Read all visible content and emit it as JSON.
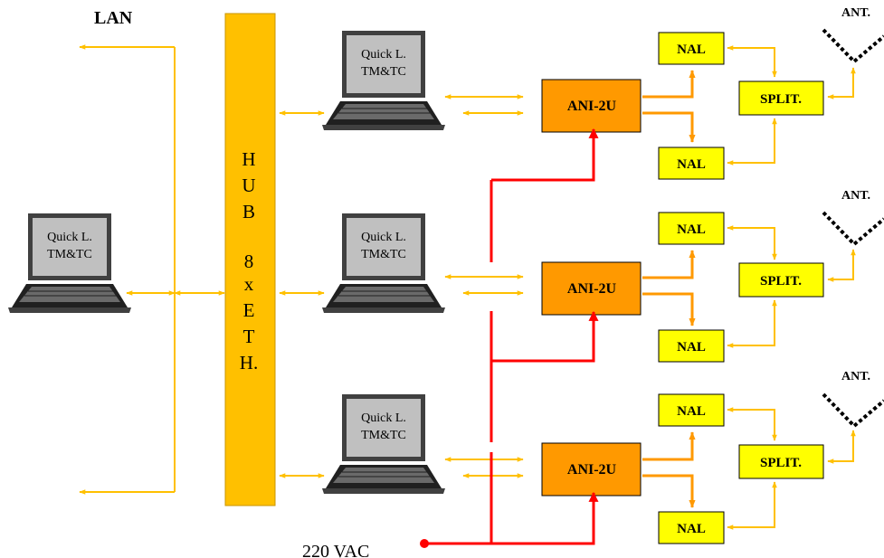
{
  "labels": {
    "lan": "LAN",
    "hub_lines": [
      "H",
      "U",
      "B",
      "8",
      "x",
      "E",
      "T",
      "H."
    ],
    "laptop_line1": "Quick L.",
    "laptop_line2": "TM&TC",
    "ani": "ANI-2U",
    "nal": "NAL",
    "split": "SPLIT.",
    "ant": "ANT.",
    "power": "220 VAC"
  },
  "colors": {
    "hub_fill": "#ffc000",
    "ani_fill": "#ff9900",
    "nal_fill": "#ffff00",
    "signal_line": "#ffc000",
    "ani_link": "#ff9900",
    "power_line": "#ff0000",
    "laptop_screen": "#c0c0c0",
    "laptop_body": "#404040"
  },
  "icons": [
    "laptop-icon",
    "antenna-icon"
  ]
}
